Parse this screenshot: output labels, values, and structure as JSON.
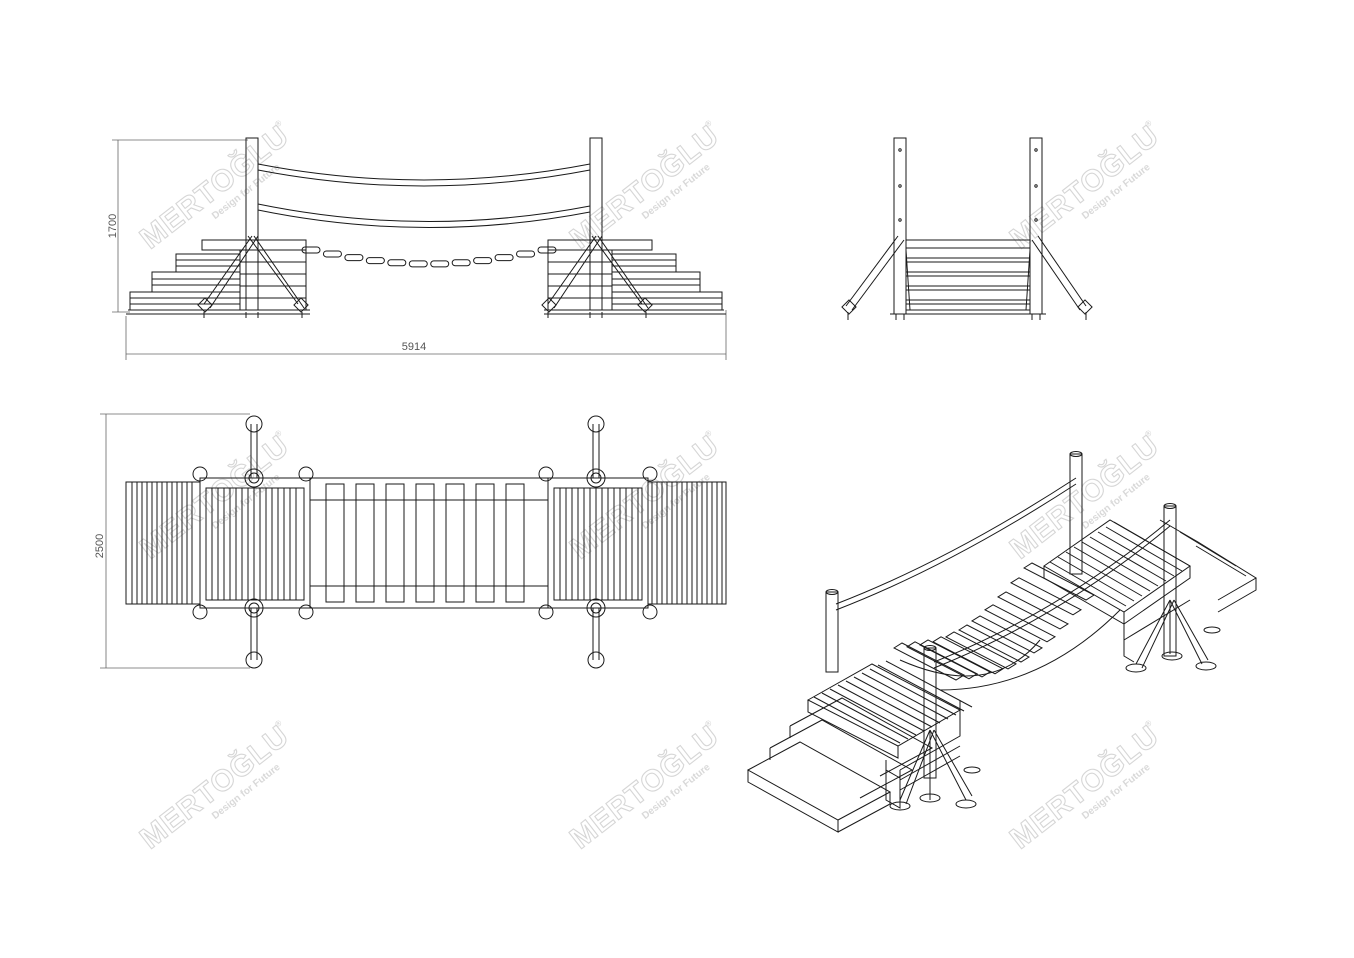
{
  "dimensions": {
    "overall_length": "5914",
    "height": "1700",
    "width": "2500"
  },
  "watermark": {
    "brand": "MERTOĞLU",
    "tagline": "Design for Future",
    "registered": "®"
  },
  "colors": {
    "line": "#1a1a1a",
    "dimension": "#555555",
    "watermark": "#d6d6d6"
  }
}
